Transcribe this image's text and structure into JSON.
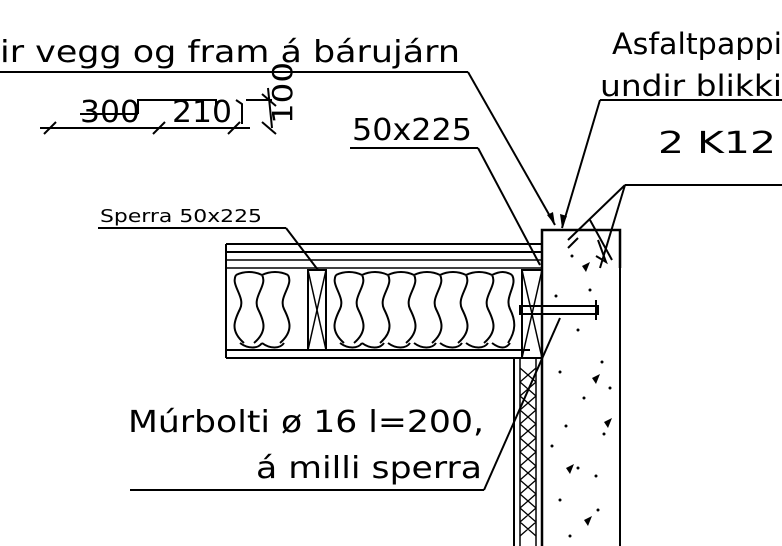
{
  "labels": {
    "top_left": "ir vegg og fram á bárujárn",
    "asfalt_line1": "Asfaltpappi",
    "asfalt_line2": "undir blikki",
    "rebar": "2 K12",
    "beam": "50x225",
    "rafter": "Sperra 50x225",
    "bolt_line1": "Múrbolti ø 16 l=200,",
    "bolt_line2": "á milli sperra"
  },
  "dimensions": {
    "dim_300": "300",
    "dim_210": "210",
    "dim_100": "100"
  },
  "colors": {
    "ink": "#000000",
    "paper": "#ffffff"
  }
}
